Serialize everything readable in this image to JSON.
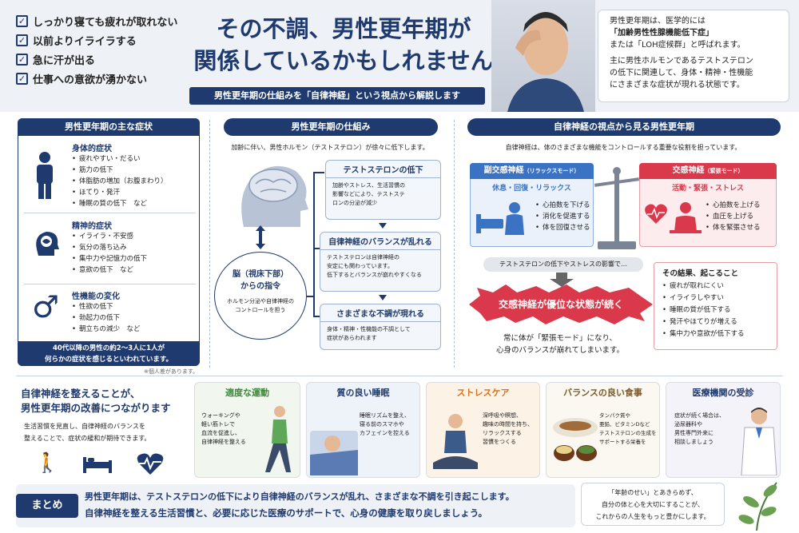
{
  "checklist": [
    "しっかり寝ても疲れが取れない",
    "以前よりイライラする",
    "急に汗が出る",
    "仕事への意欲が湧かない"
  ],
  "hero": {
    "title_line1": "その不調、男性更年期が",
    "title_line2": "関係しているかもしれません",
    "subtitle": "男性更年期の仕組みを「自律神経」という視点から解説します"
  },
  "intro_box": {
    "line1": "男性更年期は、医学的には",
    "line2": "「加齢男性性腺機能低下症」",
    "line3": "または「LOH症候群」と呼ばれます。",
    "line4": "主に男性ホルモンであるテストステロン",
    "line5": "の低下に関連して、身体・精神・性機能",
    "line6": "にさまざまな症状が現れる状態です。"
  },
  "symptoms": {
    "header": "男性更年期の主な症状",
    "groups": [
      {
        "title": "身体的症状",
        "items": [
          "疲れやすい・だるい",
          "筋力の低下",
          "体脂肪の増加（お腹まわり）",
          "ほてり・発汗",
          "睡眠の質の低下　など"
        ]
      },
      {
        "title": "精神的症状",
        "items": [
          "イライラ・不安感",
          "気分の落ち込み",
          "集中力や記憶力の低下",
          "意欲の低下　など"
        ]
      },
      {
        "title": "性機能の変化",
        "items": [
          "性欲の低下",
          "勃起力の低下",
          "朝立ちの減少　など"
        ]
      }
    ],
    "footer_line1": "40代以降の男性の約2～3人に1人が",
    "footer_line2": "何らかの症状を感じるといわれています。",
    "note": "※個人差があります。"
  },
  "mechanism": {
    "header": "男性更年期の仕組み",
    "lead": "加齢に伴い、男性ホルモン（テストステロン）が徐々に低下します。",
    "brain_title1": "脳（視床下部）",
    "brain_title2": "からの指令",
    "brain_desc1": "ホルモン分泌や自律神経の",
    "brain_desc2": "コントロールを担う",
    "steps": [
      {
        "title": "テストステロンの低下",
        "lines": [
          "加齢やストレス、生活習慣の",
          "影響などにより、テストステ",
          "ロンの分泌が減少"
        ]
      },
      {
        "title": "自律神経のバランスが乱れる",
        "lines": [
          "テストステロンは自律神経の",
          "安定にも関わっています。",
          "低下するとバランスが崩れやすくなる"
        ]
      },
      {
        "title": "さまざまな不調が現れる",
        "lines": [
          "身体・精神・性機能の不調として",
          "症状があらわれます"
        ]
      }
    ]
  },
  "autonomic": {
    "header": "自律神経の視点から見る男性更年期",
    "lead": "自律神経は、体のさまざまな機能をコントロールする重要な役割を担っています。",
    "para": {
      "title": "副交感神経",
      "mode": "（リラックスモード）",
      "sub": "休息・回復・リラックス",
      "items": [
        "心拍数を下げる",
        "消化を促進する",
        "体を回復させる"
      ]
    },
    "symp": {
      "title": "交感神経",
      "mode": "（緊張モード）",
      "sub": "活動・緊張・ストレス",
      "items": [
        "心拍数を上げる",
        "血圧を上げる",
        "体を緊張させる"
      ]
    },
    "influence": "テストステロンの低下やストレスの影響で…",
    "burst": "交感神経が優位な状態が続く",
    "result1": "常に体が「緊張モード」になり、",
    "result2": "心身のバランスが崩れてしまいます。",
    "consequence": {
      "title": "その結果、起こること",
      "items": [
        "疲れが取れにくい",
        "イライラしやすい",
        "睡眠の質が低下する",
        "発汗やほてりが増える",
        "集中力や意欲が低下する"
      ]
    }
  },
  "improve": {
    "title1": "自律神経を整えることが、",
    "title2": "男性更年期の改善につながります",
    "desc1": "生活習慣を見直し、自律神経のバランスを",
    "desc2": "整えることで、症状の緩和が期待できます。"
  },
  "habits": [
    {
      "title": "適度な運動",
      "lines": [
        "ウォーキングや",
        "軽い筋トレで",
        "血流を促進し、",
        "自律神経を整える"
      ]
    },
    {
      "title": "質の良い睡眠",
      "lines": [
        "睡眠リズムを整え、",
        "寝る前のスマホや",
        "カフェインを控える"
      ]
    },
    {
      "title": "ストレスケア",
      "lines": [
        "深呼吸や瞑想、",
        "趣味の時間を持ち、",
        "リラックスする",
        "習慣をつくる"
      ]
    },
    {
      "title": "バランスの良い食事",
      "lines": [
        "タンパク質や",
        "亜鉛、ビタミンDなど",
        "テストステロンの生成を",
        "サポートする栄養を"
      ]
    },
    {
      "title": "医療機関の受診",
      "lines": [
        "症状が続く場合は、",
        "泌尿器科や",
        "男性専門外来に",
        "相談しましょう"
      ]
    }
  ],
  "summary": {
    "label": "まとめ",
    "line1": "男性更年期は、テストステロンの低下により自律神経のバランスが乱れ、さまざまな不調を引き起こします。",
    "line2": "自律神経を整える生活習慣と、必要に応じた医療のサポートで、心身の健康を取り戻しましょう。"
  },
  "closing": {
    "line1": "「年齢のせい」とあきらめず、",
    "line2": "自分の体と心を大切にすることが、",
    "line3": "これからの人生をもっと豊かにします。"
  },
  "colors": {
    "navy": "#1f3a6e",
    "para_blue": "#3a73c4",
    "symp_red": "#d9394a",
    "green": "#3a8a3a",
    "orange": "#d9701a"
  }
}
